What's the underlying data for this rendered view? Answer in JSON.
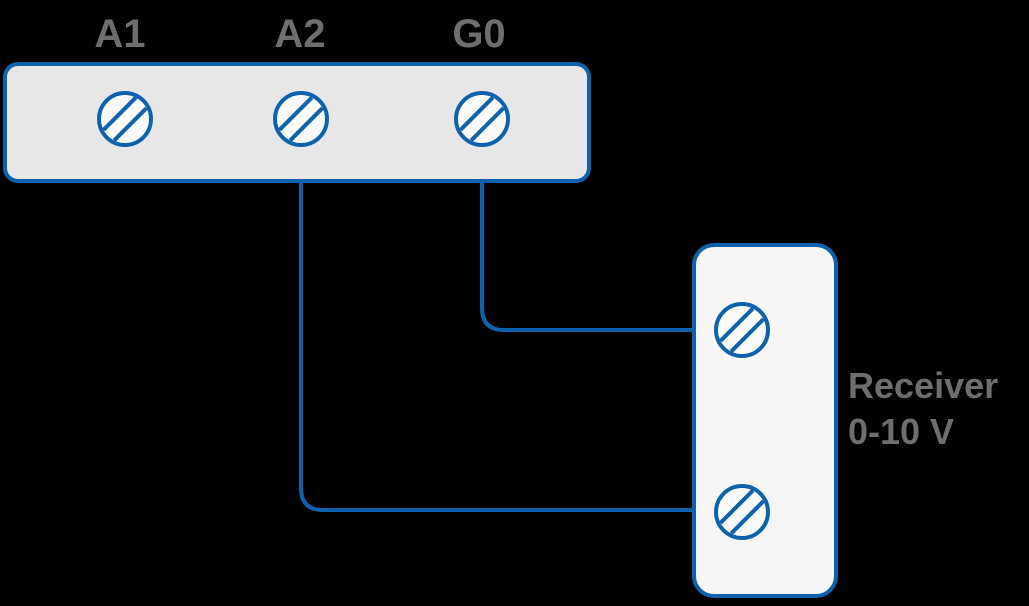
{
  "diagram": {
    "terminal_block": {
      "terminals": [
        {
          "label": "A1"
        },
        {
          "label": "A2"
        },
        {
          "label": "G0"
        }
      ]
    },
    "receiver": {
      "name": "Receiver",
      "voltage_range": "0-10 V"
    },
    "connections": [
      {
        "from": "G0",
        "to": "receiver top terminal"
      },
      {
        "from": "A2",
        "to": "receiver bottom terminal"
      }
    ]
  },
  "colors": {
    "wire_blue": "#0e61ac",
    "block_fill": "#e7e7e7",
    "receiver_fill": "#f6f6f6",
    "screw_fill": "#fafafa",
    "label_gray": "#6e6e6e",
    "background": "#000000"
  }
}
